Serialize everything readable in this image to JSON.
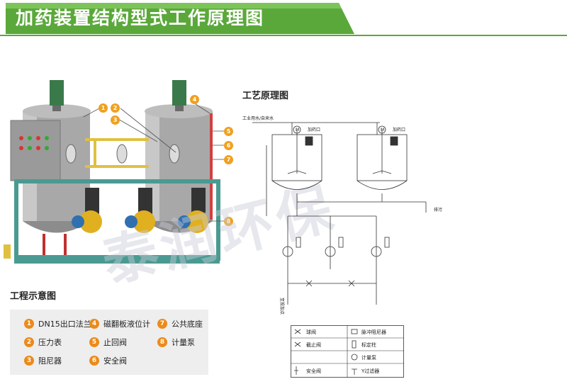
{
  "banner": {
    "title": "加药装置结构型式工作原理图",
    "color": "#5aa83a"
  },
  "process_title": "工艺原理图",
  "engineering_title": "工程示意图",
  "watermark": "泰润环保",
  "callouts": [
    "1",
    "2",
    "3",
    "4",
    "5",
    "6",
    "7",
    "8"
  ],
  "schematic_labels": {
    "water_in": "工业用水/自来水",
    "feed_port_1": "加药口",
    "feed_port_2": "加药口",
    "drain": "排污",
    "dosing_out": "至投加点",
    "motor": "M"
  },
  "legend": [
    {
      "num": "1",
      "label": "DN15出口法兰"
    },
    {
      "num": "2",
      "label": "压力表"
    },
    {
      "num": "3",
      "label": "阻尼器"
    },
    {
      "num": "4",
      "label": "磁翻板液位计"
    },
    {
      "num": "5",
      "label": "止回阀"
    },
    {
      "num": "6",
      "label": "安全阀"
    },
    {
      "num": "7",
      "label": "公共底座"
    },
    {
      "num": "8",
      "label": "计量泵"
    }
  ],
  "symbols": [
    {
      "label": "球阀"
    },
    {
      "label": "脉冲阻尼器"
    },
    {
      "label": "截止阀"
    },
    {
      "label": "标定柱"
    },
    {
      "label": "计量泵"
    },
    {
      "label": "安全阀"
    },
    {
      "label": "Y过滤器"
    }
  ],
  "colors": {
    "accent_orange": "#ec8a1a",
    "tank_gray": "#a8a8a8",
    "base_teal": "#4a9a92",
    "pump_yellow": "#e0b020"
  }
}
